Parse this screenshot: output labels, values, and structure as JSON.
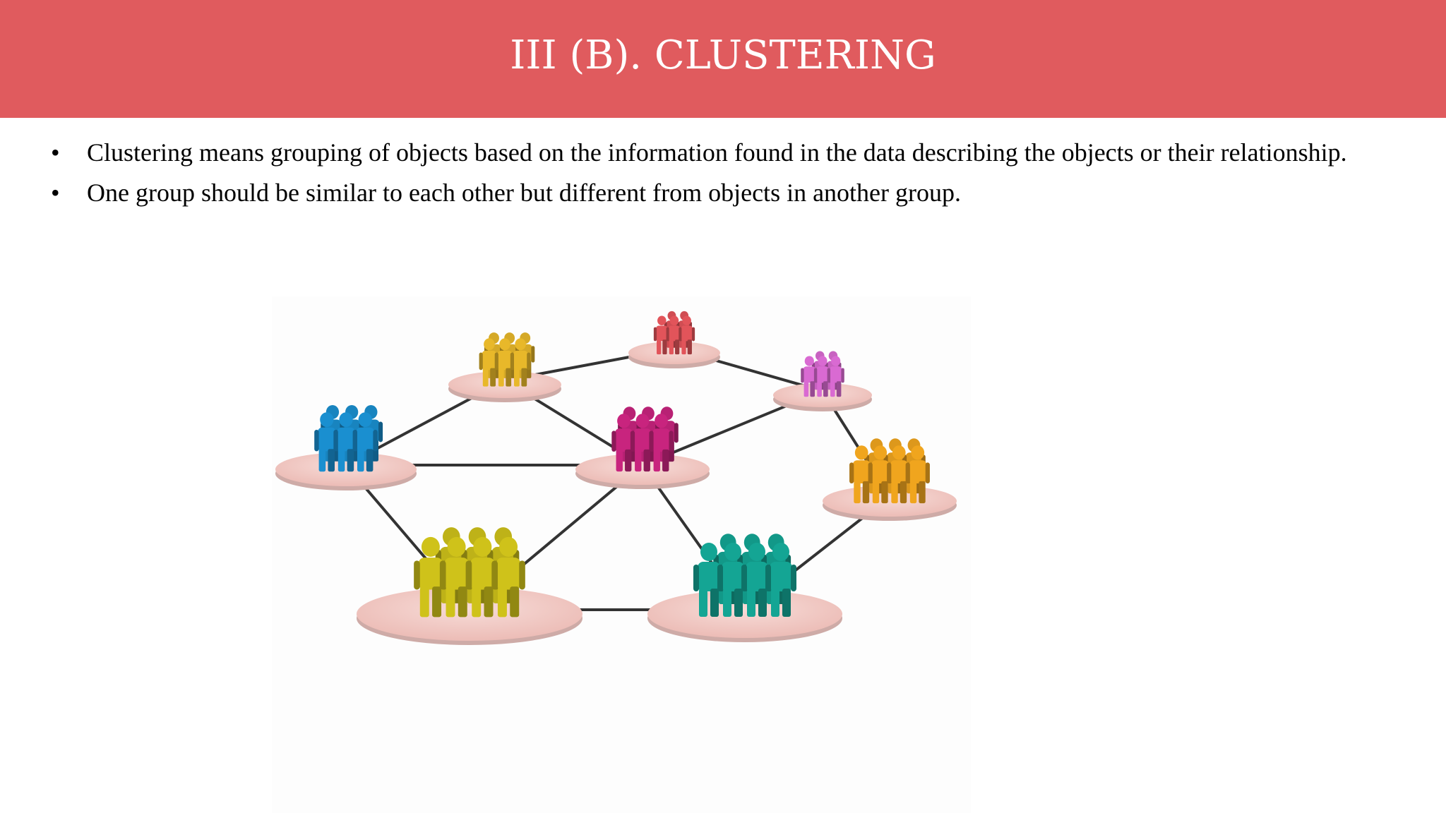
{
  "slide": {
    "title": "III (B). CLUSTERING",
    "bullets": [
      "Clustering means grouping of objects based on the information found in the data describing the objects or their relationship.",
      "One group should be similar to each other but different from objects in another group."
    ],
    "bullet_glyph": "•"
  },
  "colors": {
    "title_bar": "#e05b5e",
    "title_text": "#ffffff",
    "body_text": "#000000",
    "disk": "#f2c9c4",
    "connector": "#333333"
  },
  "illustration": {
    "icon": "people-network-icon",
    "groups": [
      {
        "name": "blue-group",
        "color": "#1a8fd0",
        "count": 6
      },
      {
        "name": "gold-group",
        "color": "#e8b82a",
        "count": 6
      },
      {
        "name": "red-group",
        "color": "#e2545a",
        "count": 5
      },
      {
        "name": "magenta-group",
        "color": "#c8247e",
        "count": 6
      },
      {
        "name": "pink-group",
        "color": "#d96ad2",
        "count": 5
      },
      {
        "name": "orange-group",
        "color": "#f0a51e",
        "count": 7
      },
      {
        "name": "yellow-group",
        "color": "#cfc21a",
        "count": 7
      },
      {
        "name": "teal-group",
        "color": "#14a594",
        "count": 7
      }
    ]
  }
}
